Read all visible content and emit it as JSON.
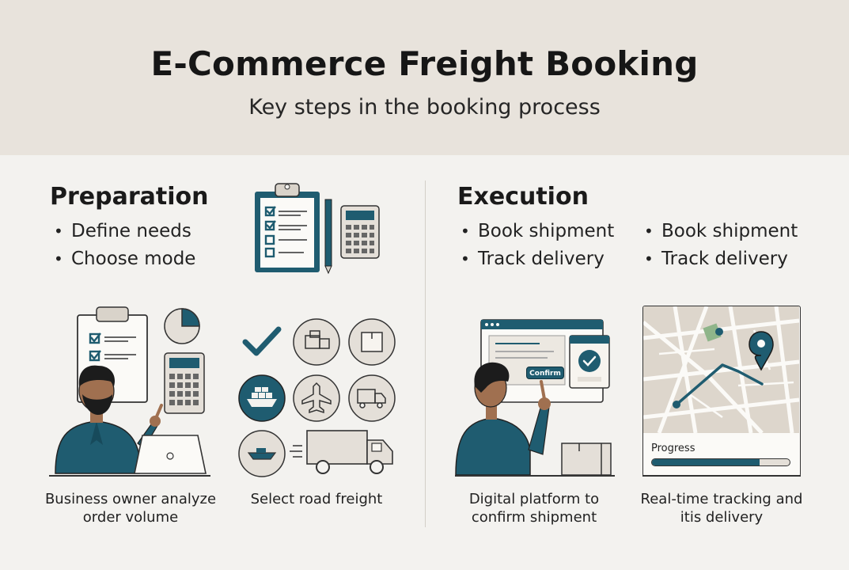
{
  "header": {
    "title": "E-Commerce Freight Booking",
    "subtitle": "Key steps in the booking process"
  },
  "preparation": {
    "title": "Preparation",
    "bullets": [
      "Define needs",
      "Choose mode"
    ]
  },
  "execution": {
    "title": "Execution",
    "bullets_col1": [
      "Book shipment",
      "Track delivery"
    ],
    "bullets_col2": [
      "Book shipment",
      "Track delivery"
    ]
  },
  "captions": {
    "business_owner": "Business owner analyze order volume",
    "road_freight": "Select road freight",
    "digital_platform": "Digital platform to confirm shipment",
    "tracking": "Real-time tracking and itis delivery"
  },
  "illustration_text": {
    "confirm_button": "Confirm",
    "progress_label": "Progress"
  },
  "progress": {
    "fraction": 0.78
  },
  "colors": {
    "teal": "#1f5c70",
    "header_bg": "#e8e3dc",
    "page_bg": "#f3f2ef",
    "beige": "#e4dfd8"
  },
  "icons": [
    "clipboard-checklist-icon",
    "pen-icon",
    "calculator-icon",
    "pie-chart-icon",
    "checkmark-icon",
    "boxes-icon",
    "package-icon",
    "cargo-ship-icon",
    "airplane-icon",
    "delivery-van-icon",
    "boat-icon",
    "truck-icon",
    "check-badge-icon",
    "map-pin-icon",
    "laptop-icon"
  ]
}
